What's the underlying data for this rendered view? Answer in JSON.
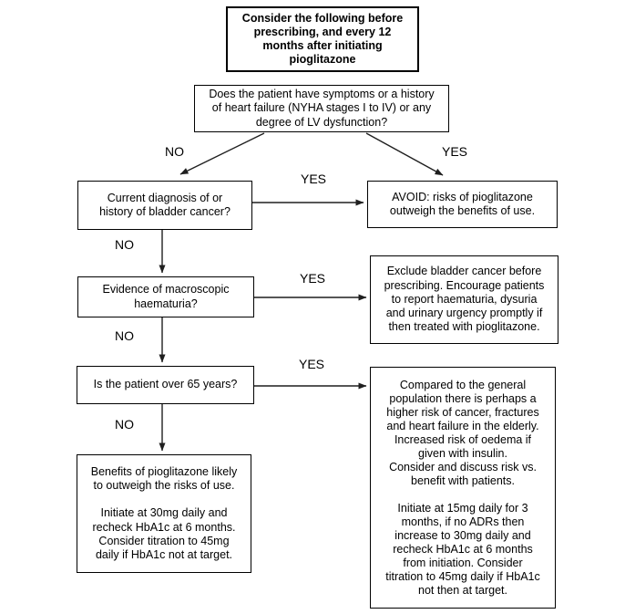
{
  "diagram": {
    "nodes": {
      "title": "Consider the following before\nprescribing, and every 12\nmonths after initiating\npioglitazone",
      "heart_failure_question": "Does the patient have symptoms or a history\nof heart failure (NYHA stages I to IV) or any\ndegree of LV dysfunction?",
      "bladder_cancer_question": "Current diagnosis of or\nhistory of bladder cancer?",
      "avoid_outcome": "AVOID: risks of pioglitazone\noutweigh the benefits of use.",
      "haematuria_question": "Evidence of macroscopic\nhaematuria?",
      "exclude_bladder_cancer": "Exclude bladder cancer before\nprescribing. Encourage patients\nto report haematuria, dysuria\nand urinary urgency promptly if\nthen treated with pioglitazone.",
      "over_65_question": "Is the patient over 65 years?",
      "benefits_outcome": "Benefits of pioglitazone likely\nto outweigh the risks of use.\n\nInitiate at 30mg daily and\nrecheck HbA1c at 6 months.\nConsider titration to 45mg\ndaily if HbA1c not at target.",
      "elderly_outcome": "Compared to the general\npopulation there is perhaps a\nhigher risk of cancer, fractures\nand heart failure in the elderly.\nIncreased risk of oedema if\ngiven with insulin.\nConsider and discuss risk vs.\nbenefit with patients.\n\nInitiate at 15mg daily for 3\nmonths, if no ADRs then\nincrease to 30mg daily and\nrecheck HbA1c at 6 months\nfrom initiation. Consider\ntitration to 45mg daily if HbA1c\nnot then at target."
    },
    "edge_labels": {
      "no": "NO",
      "yes": "YES"
    },
    "colors": {
      "line": "#1f1f1f",
      "box_border": "#000000",
      "background": "#ffffff",
      "text": "#000000"
    }
  }
}
